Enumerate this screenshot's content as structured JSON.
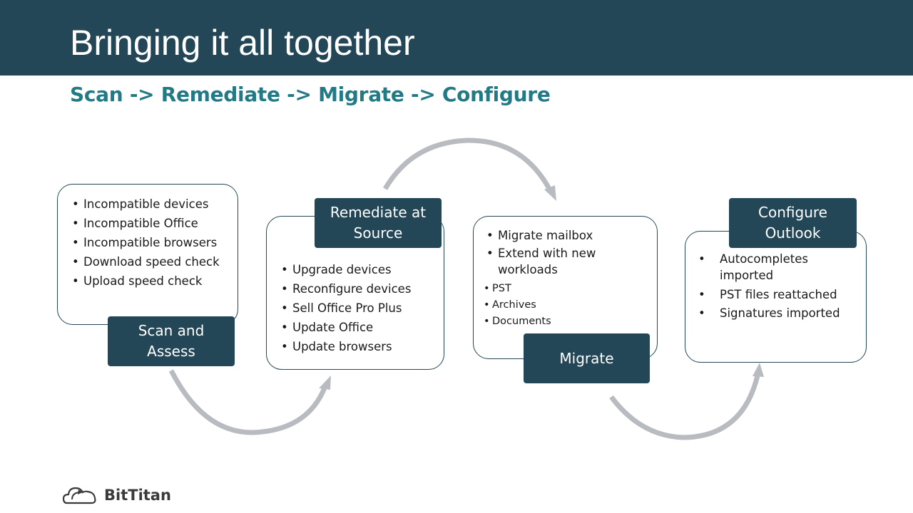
{
  "slide": {
    "title": "Bringing it all together",
    "subtitle": "Scan -> Remediate -> Migrate -> Configure"
  },
  "steps": [
    {
      "label": "Scan and Assess",
      "items": [
        "Incompatible devices",
        "Incompatible Office",
        "Incompatible browsers",
        "Download speed check",
        "Upload speed check"
      ]
    },
    {
      "label": "Remediate at Source",
      "items": [
        "Upgrade devices",
        "Reconfigure devices",
        "Sell Office Pro Plus",
        "Update Office",
        "Update browsers"
      ]
    },
    {
      "label": "Migrate",
      "items": [
        "Migrate mailbox",
        "Extend with new workloads"
      ],
      "subitems": [
        "PST",
        "Archives",
        "Documents"
      ]
    },
    {
      "label": "Configure Outlook",
      "items": [
        "Autocompletes imported",
        "PST files reattached",
        "Signatures imported"
      ]
    }
  ],
  "logo": {
    "text": "BitTitan"
  },
  "colors": {
    "header": "#244757",
    "subtitle": "#227a86",
    "arrow": "#b8bcc0"
  }
}
